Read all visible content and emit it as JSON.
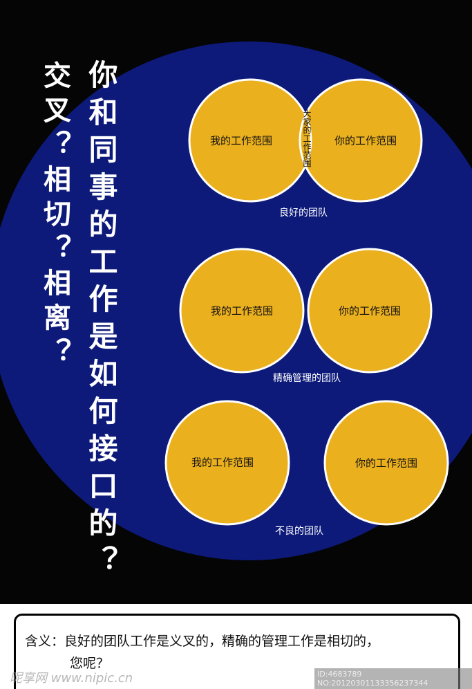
{
  "colors": {
    "background": "#050505",
    "big_circle": "#0d1a7a",
    "circle_fill": "#ebb01e"
  },
  "title_vertical": "你和同事的工作是如何接口的？",
  "subtitle_vertical": "交叉？相切？相离？",
  "diagrams": [
    {
      "left": "我的工作范围",
      "right": "你的工作范围",
      "overlap": "大家的工作范围",
      "caption": "良好的团队"
    },
    {
      "left": "我的工作范围",
      "right": "你的工作范围",
      "caption": "精确管理的团队"
    },
    {
      "left": "我的工作范围",
      "right": "你的工作范围",
      "caption": "不良的团队"
    }
  ],
  "meaning": {
    "line1": "含义：良好的团队工作是义叉的，精确的管理工作是相切的，",
    "line2": "您呢？"
  },
  "watermark": {
    "logo": "昵享网 www.nipic.cn",
    "id": "ID:4683789 NO:20120301133356237344"
  }
}
